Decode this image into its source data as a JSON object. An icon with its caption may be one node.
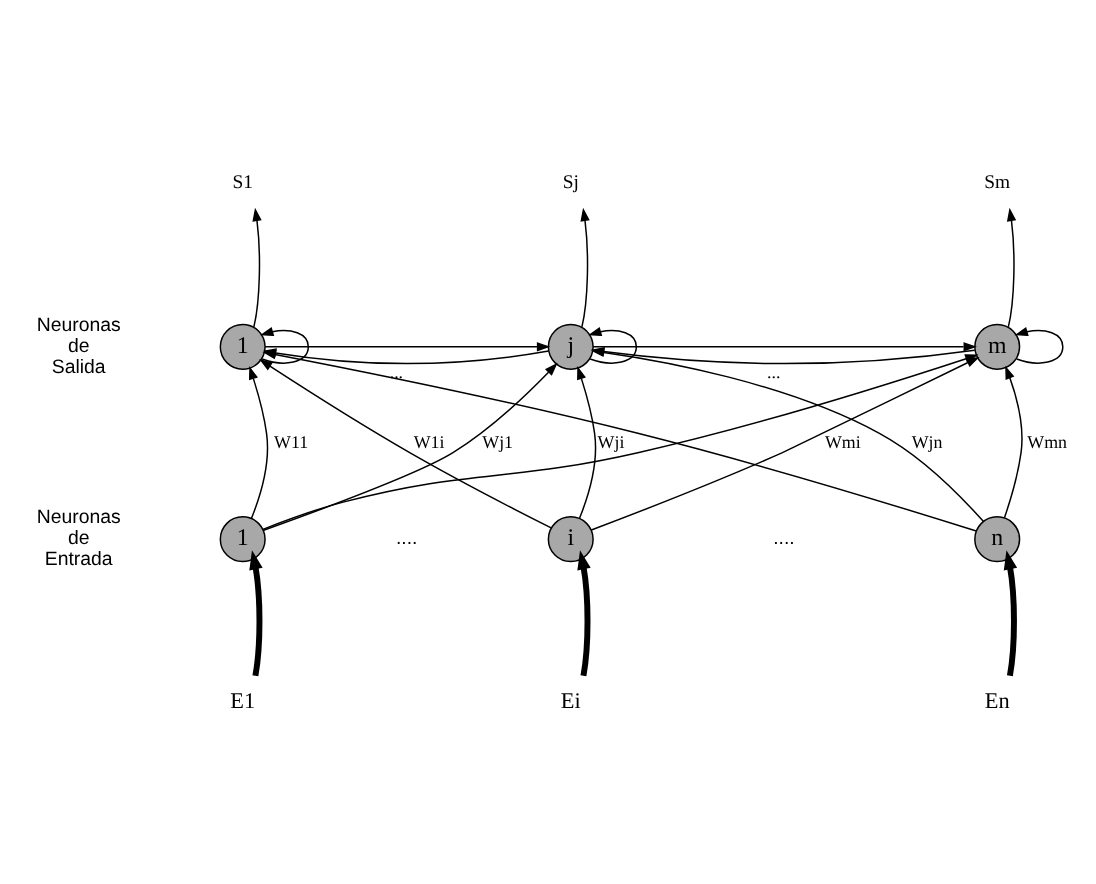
{
  "diagram": {
    "nodes": [
      {
        "text": [
          "1"
        ]
      },
      {
        "text": [
          "j"
        ]
      },
      {
        "text": [
          "m"
        ]
      },
      {
        "text": [
          "S1"
        ]
      },
      {
        "text": [
          "Sj"
        ]
      },
      {
        "text": [
          "Sm"
        ]
      },
      {
        "text": [
          "1"
        ]
      },
      {
        "text": [
          "i"
        ]
      },
      {
        "text": [
          "n"
        ]
      },
      {
        "text": [
          "E1"
        ]
      },
      {
        "text": [
          "Ei"
        ]
      },
      {
        "text": [
          "En"
        ]
      }
    ],
    "edges": [
      {
        "from": 0,
        "to": 0,
        "arrow": "to"
      },
      {
        "from": 1,
        "to": 1,
        "arrow": "to"
      },
      {
        "from": 2,
        "to": 2,
        "arrow": "to"
      },
      {
        "from": 0,
        "to": 3,
        "arrow": "to"
      },
      {
        "from": 1,
        "to": 4,
        "arrow": "to"
      },
      {
        "from": 2,
        "to": 5,
        "arrow": "to"
      },
      {
        "from": 0,
        "to": 1,
        "arrow": "to"
      },
      {
        "from": 1,
        "to": 0,
        "arrow": "to",
        "label": "..."
      },
      {
        "from": 1,
        "to": 2,
        "arrow": "to"
      },
      {
        "from": 2,
        "to": 1,
        "arrow": "to",
        "label": "..."
      },
      {
        "from": 6,
        "to": 0,
        "arrow": "to",
        "label": "W11"
      },
      {
        "from": 7,
        "to": 0,
        "arrow": "to",
        "label": "W1i"
      },
      {
        "from": 8,
        "to": 0,
        "arrow": "to"
      },
      {
        "from": 6,
        "to": 1,
        "arrow": "to",
        "label": "Wj1"
      },
      {
        "from": 7,
        "to": 1,
        "arrow": "to",
        "label": "Wji"
      },
      {
        "from": 8,
        "to": 1,
        "arrow": "to",
        "label": "Wjn"
      },
      {
        "from": 6,
        "to": 2,
        "arrow": "to"
      },
      {
        "from": 7,
        "to": 2,
        "arrow": "to",
        "label": "Wmi"
      },
      {
        "from": 8,
        "to": 2,
        "arrow": "to",
        "label": "Wmn"
      },
      {
        "from": 9,
        "to": 6,
        "arrow": "to",
        "style": "thick"
      },
      {
        "from": 10,
        "to": 7,
        "arrow": "to",
        "style": "thick"
      },
      {
        "from": 11,
        "to": 8,
        "arrow": "to",
        "style": "thick"
      }
    ],
    "labels": [
      "Neuronas de Salida",
      "Neuronas de Entrada",
      "....",
      "...."
    ]
  }
}
